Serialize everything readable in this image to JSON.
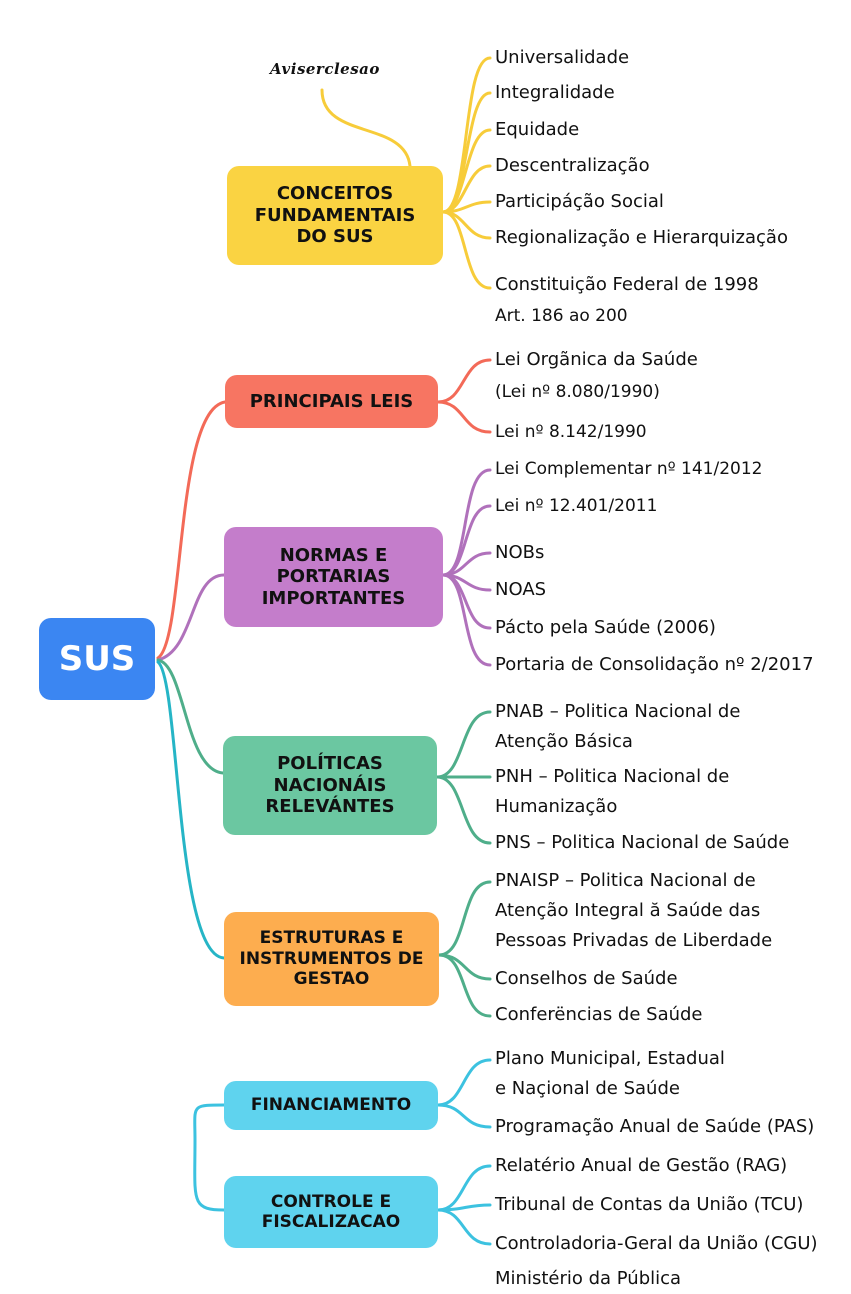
{
  "root": {
    "label": "SUS",
    "color": "#3b86f2"
  },
  "annotation": "Aviserclesao",
  "branches": [
    {
      "id": "conceitos",
      "lines": [
        "CONCEITOS",
        "FUNDAMENTAIS",
        "DO SUS"
      ],
      "color": "#fad342",
      "link_color": "#f7cc3a",
      "leaves": [
        "Universalidade",
        "Integralidade",
        "Equidade",
        "Descentralização",
        "Participáção Social",
        "Regionalização e Hierarquização",
        "Constituição Federal de 1998",
        "Art. 186 ao 200"
      ]
    },
    {
      "id": "leis",
      "lines": [
        "PRINCIPAIS LEIS"
      ],
      "color": "#f77562",
      "link_color": "#f36a58",
      "leaves": [
        "Lei Orgãnica da Saúde",
        "(Lei nº 8.080/1990)",
        "Lei nº 8.142/1990"
      ]
    },
    {
      "id": "normas",
      "lines": [
        "NORMAS E",
        "PORTARIAS",
        "IMPORTANTES"
      ],
      "color": "#c47dcb",
      "link_color": "#b071bb",
      "leaves": [
        "Lei Complementar nº 141/2012",
        "Lei nº 12.401/2011",
        "NOBs",
        "NOAS",
        "Pácto pela Saúde (2006)",
        "Portaria de Consolidação nº 2/2017"
      ]
    },
    {
      "id": "politicas",
      "lines": [
        "POLÍTICAS",
        "NACIONÁIS",
        "RELEVÁNTES"
      ],
      "color": "#6bc7a1",
      "link_color": "#4fae8a",
      "leaves": [
        "PNAB – Politica Nacional de",
        "Atenção Básica",
        "PNH – Politica Nacional de",
        "Humanização",
        "PNS – Politica Nacional de Saúde"
      ]
    },
    {
      "id": "estruturas",
      "lines": [
        "ESTRUTURAS E",
        "INSTRUMENTOS DE",
        "GESTAO"
      ],
      "color": "#fdad4f",
      "link_color": "#4fae8a",
      "leaves": [
        "PNAISP – Politica Nacional de",
        "Atenção Integral ă Saúde das",
        "Pessoas Privadas de Liberdade",
        "Conselhos de Saúde",
        "Conferëncias de Saúde"
      ]
    },
    {
      "id": "financiamento",
      "lines": [
        "FINANCIAMENTO"
      ],
      "color": "#5fd3ee",
      "link_color": "#3cc2e0",
      "leaves": [
        "Plano Municipal, Estadual",
        "e Naçional de Saúde",
        "Programação Anual de Saúde (PAS)"
      ]
    },
    {
      "id": "controle",
      "lines": [
        "CONTROLE E",
        "FISCALIZACAO"
      ],
      "color": "#5fd3ee",
      "link_color": "#3cc2e0",
      "leaves": [
        "Relatério Anual de Gestão (RAG)",
        "Tribunal de Contas da União (TCU)",
        "Controladoria-Geral da União (CGU)",
        "Ministério da Pública"
      ]
    }
  ]
}
